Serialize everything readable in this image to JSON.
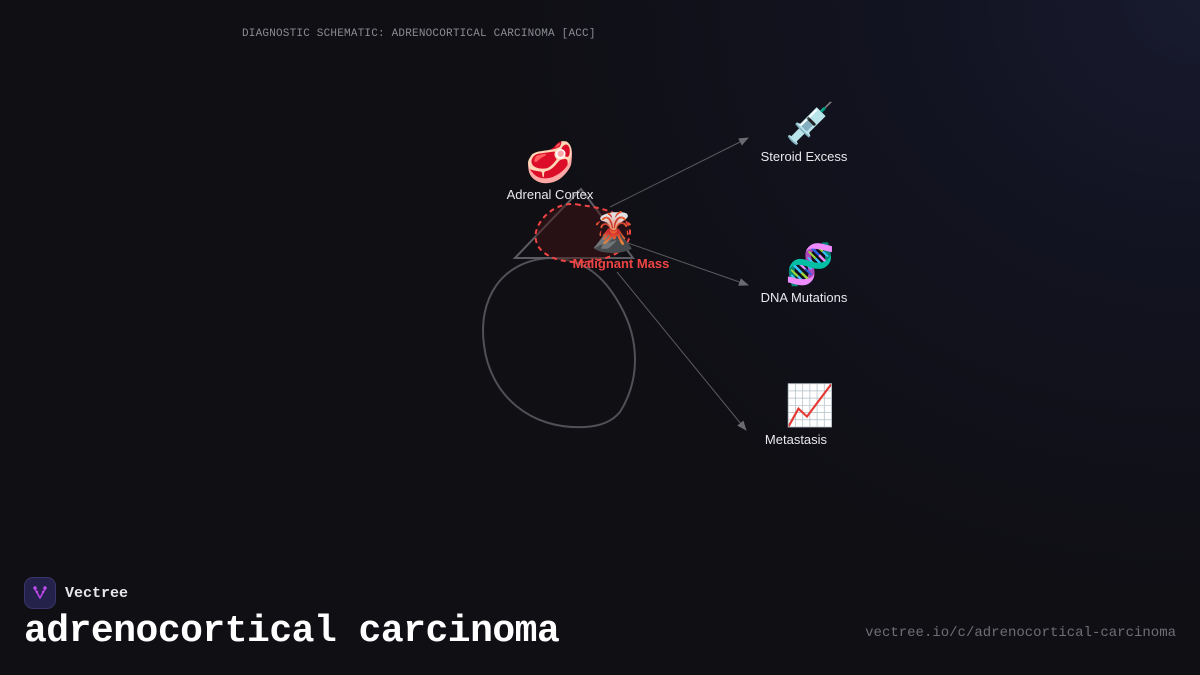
{
  "header": {
    "schematic_title": "DIAGNOSTIC SCHEMATIC: ADRENOCORTICAL CARCINOMA [ACC]"
  },
  "diagram": {
    "source_node": {
      "label": "Adrenal Cortex",
      "icon": "meat-icon",
      "glyph": "🥩"
    },
    "mass_node": {
      "label": "Malignant Mass",
      "icon": "volcano-icon",
      "glyph": "🌋",
      "color": "#ef4444"
    },
    "targets": [
      {
        "label": "Steroid Excess",
        "icon": "syringe-icon",
        "glyph": "💉"
      },
      {
        "label": "DNA Mutations",
        "icon": "dna-icon",
        "glyph": "🧬"
      },
      {
        "label": "Metastasis",
        "icon": "chart-increasing-icon",
        "glyph": "📈"
      }
    ],
    "colors": {
      "accent": "#ef4444",
      "outline": "#5a5a60",
      "arrow": "#6a6a70"
    }
  },
  "footer": {
    "brand_name": "Vectree",
    "title": "adrenocortical carcinoma",
    "url": "vectree.io/c/adrenocortical-carcinoma"
  }
}
